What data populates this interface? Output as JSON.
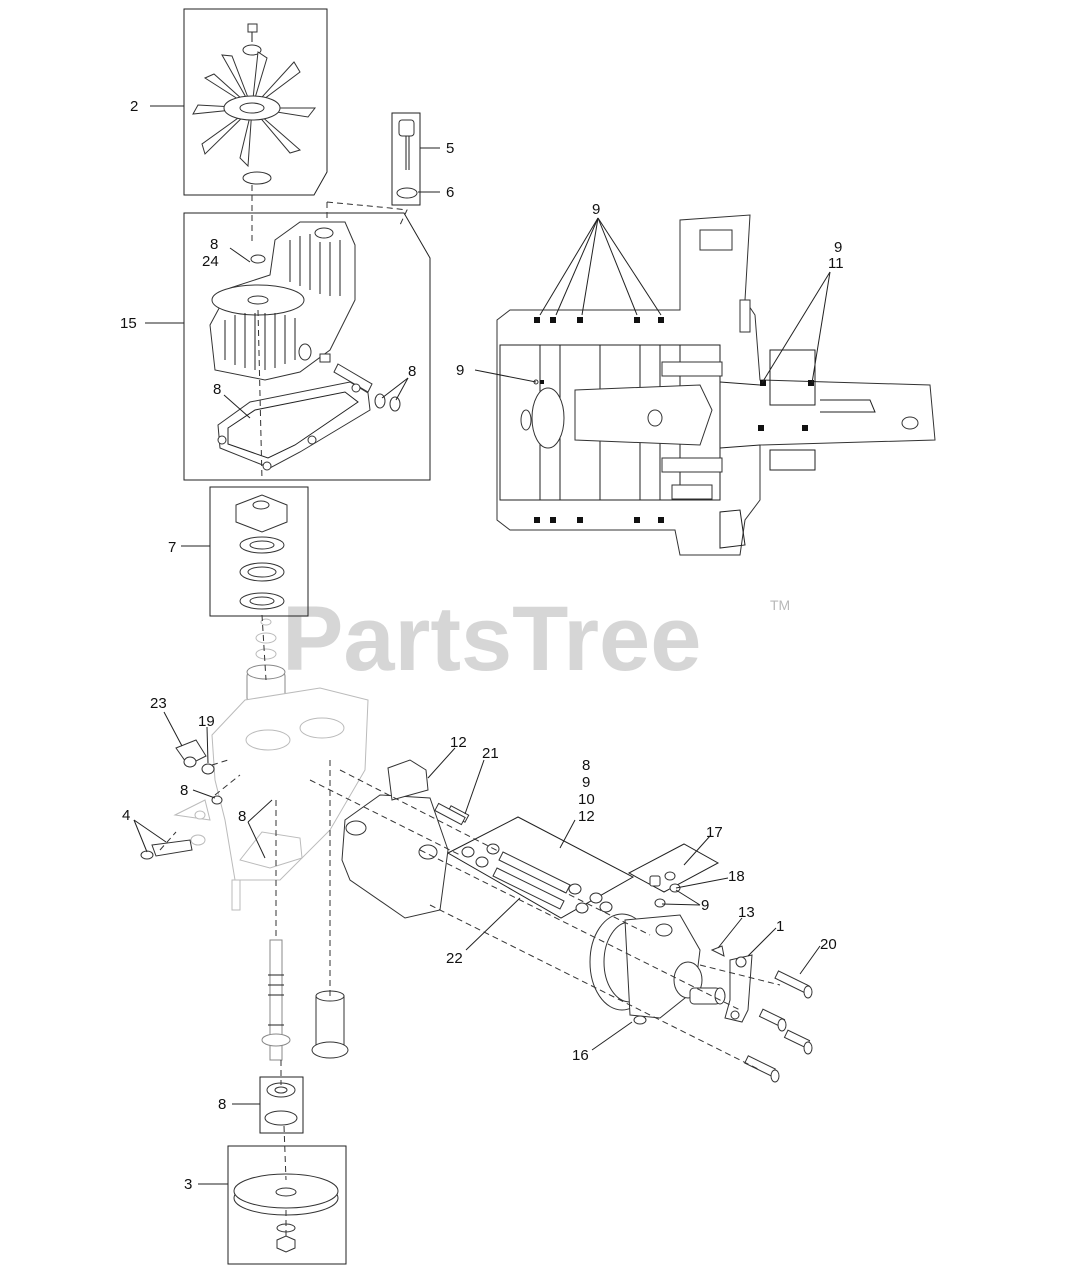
{
  "watermark": {
    "text": "PartsTree",
    "trademark": "TM"
  },
  "labels": {
    "l2": "2",
    "l5": "5",
    "l6": "6",
    "l9a": "9",
    "l9b": "9",
    "l11": "11",
    "l8a": "8",
    "l24": "24",
    "l15": "15",
    "l9c": "9",
    "l8b": "8",
    "l8c": "8",
    "l7": "7",
    "l23": "23",
    "l19": "19",
    "l12a": "12",
    "l21": "21",
    "l8d": "8",
    "l9d": "9",
    "l10": "10",
    "l12b": "12",
    "l8e": "8",
    "l4": "4",
    "l8f": "8",
    "l17": "17",
    "l18": "18",
    "l9e": "9",
    "l13": "13",
    "l1": "1",
    "l20": "20",
    "l22": "22",
    "l16": "16",
    "l8g": "8",
    "l3": "3"
  }
}
